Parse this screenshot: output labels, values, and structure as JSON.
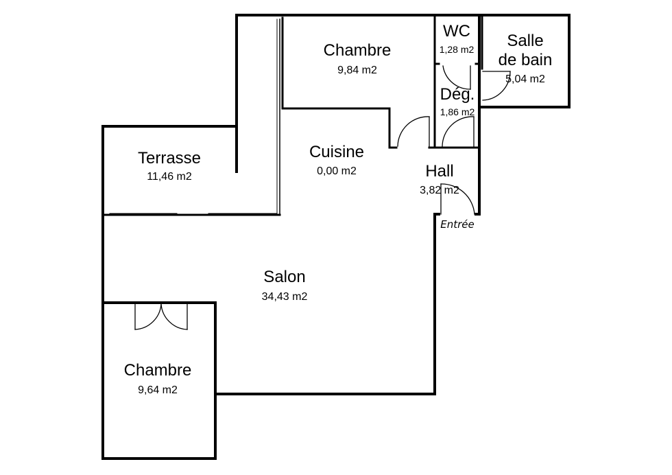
{
  "rooms": {
    "chambre_top": {
      "name": "Chambre",
      "area": "9,84 m2"
    },
    "wc": {
      "name": "WC",
      "area": "1,28 m2"
    },
    "salle_de_bain": {
      "name_line1": "Salle",
      "name_line2": "de bain",
      "area": "5,04 m2"
    },
    "degagement": {
      "name": "Dég.",
      "area": "1,86 m2"
    },
    "terrasse": {
      "name": "Terrasse",
      "area": "11,46 m2"
    },
    "cuisine": {
      "name": "Cuisine",
      "area": "0,00 m2"
    },
    "hall": {
      "name": "Hall",
      "area": "3,82 m2"
    },
    "salon": {
      "name": "Salon",
      "area": "34,43 m2"
    },
    "chambre_bottom": {
      "name": "Chambre",
      "area": "9,64 m2"
    }
  },
  "entrance": {
    "label": "Entrée"
  }
}
